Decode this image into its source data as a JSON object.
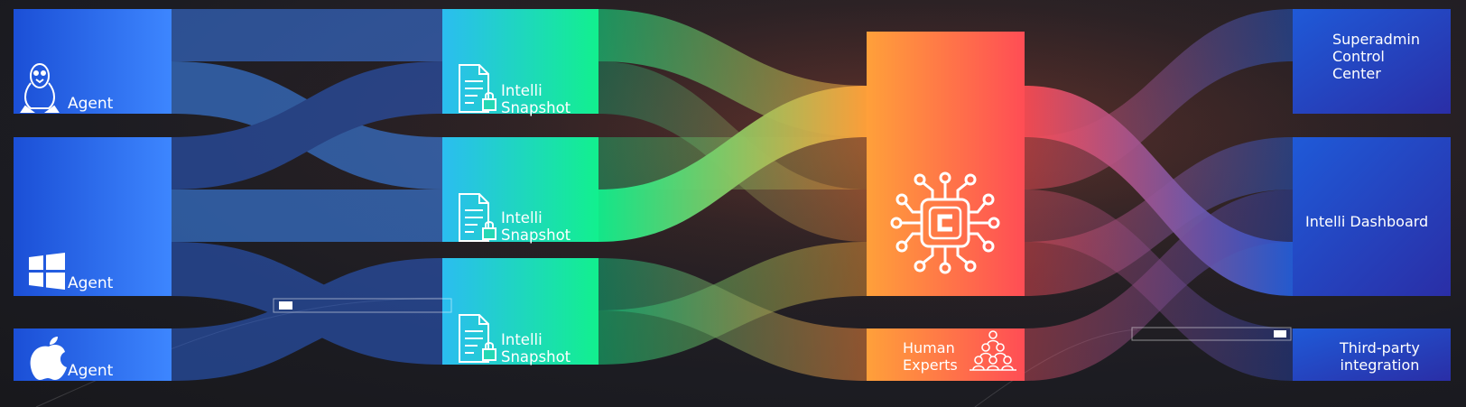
{
  "sources": [
    {
      "id": "linux",
      "label": "Agent",
      "icon": "linux-tux-icon"
    },
    {
      "id": "windows",
      "label": "Agent",
      "icon": "windows-logo-icon"
    },
    {
      "id": "apple",
      "label": "Agent",
      "icon": "apple-logo-icon"
    }
  ],
  "snapshots": [
    {
      "id": "snap1",
      "line1": "Intelli",
      "line2": "Snapshot",
      "icon": "locked-document-icon"
    },
    {
      "id": "snap2",
      "line1": "Intelli",
      "line2": "Snapshot",
      "icon": "locked-document-icon"
    },
    {
      "id": "snap3",
      "line1": "Intelli",
      "line2": "Snapshot",
      "icon": "locked-document-icon"
    }
  ],
  "hub": {
    "icon": "ai-chip-circuit-icon"
  },
  "experts": {
    "line1": "Human",
    "line2": "Experts",
    "icon": "people-pyramid-icon"
  },
  "destinations": [
    {
      "id": "superadmin",
      "lines": [
        "Superadmin",
        "Control",
        "Center"
      ]
    },
    {
      "id": "dashboard",
      "lines": [
        "Intelli Dashboard"
      ]
    },
    {
      "id": "thirdparty",
      "lines": [
        "Third-party",
        "integration"
      ]
    }
  ],
  "colors": {
    "source_blue": "#3b82ff",
    "source_blue_dark": "#1e4fd8",
    "snap_cyan": "#2ad0e8",
    "snap_green": "#10f090",
    "hub_orange": "#ff9a3c",
    "hub_red": "#ff4a5a",
    "dest_blue": "#1f4ec8",
    "dest_indigo": "#2a2fa8"
  }
}
